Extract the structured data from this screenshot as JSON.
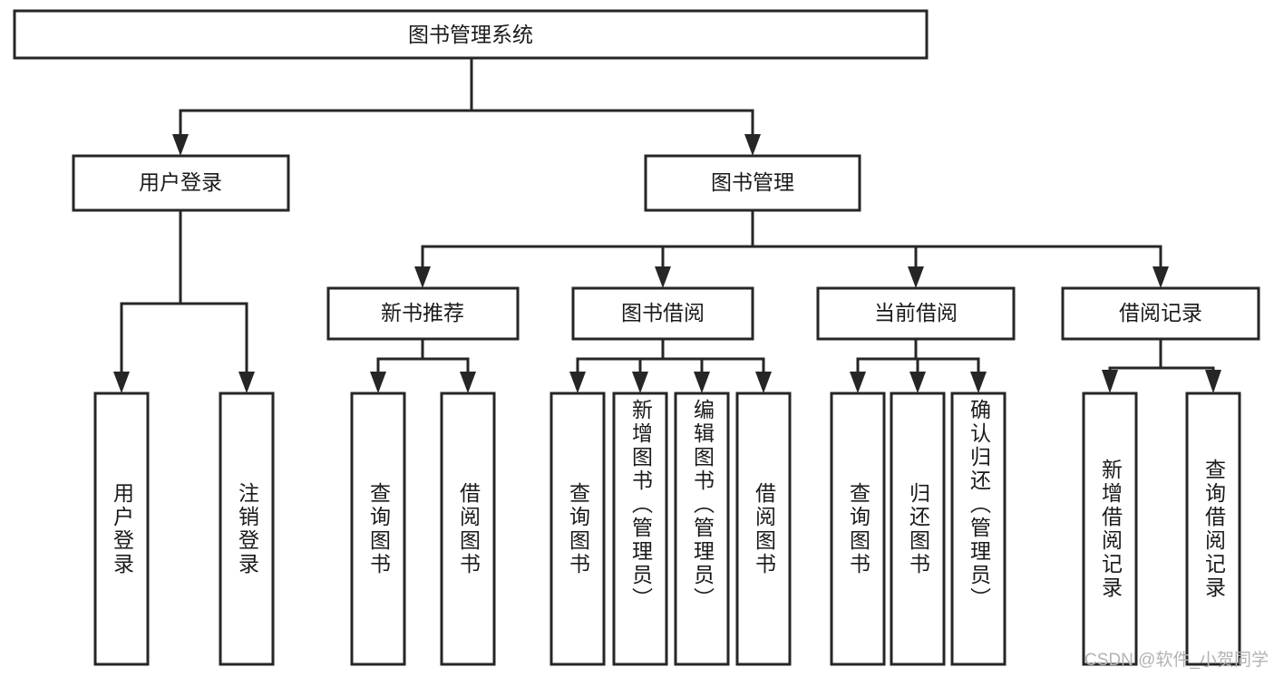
{
  "diagram": {
    "type": "tree-hierarchy",
    "title": "图书管理系统",
    "root": {
      "id": "root",
      "label": "图书管理系统"
    },
    "level1": [
      {
        "id": "user-login",
        "label": "用户登录"
      },
      {
        "id": "book-manage",
        "label": "图书管理"
      }
    ],
    "level2": [
      {
        "id": "new-book-rec",
        "label": "新书推荐",
        "parent": "book-manage"
      },
      {
        "id": "book-borrow",
        "label": "图书借阅",
        "parent": "book-manage"
      },
      {
        "id": "current-borrow",
        "label": "当前借阅",
        "parent": "book-manage"
      },
      {
        "id": "borrow-record",
        "label": "借阅记录",
        "parent": "book-manage"
      }
    ],
    "leaves": [
      {
        "id": "leaf-user-login",
        "label": "用户登录",
        "parent": "user-login"
      },
      {
        "id": "leaf-logout-login",
        "label": "注销登录",
        "parent": "user-login"
      },
      {
        "id": "leaf-query-book-1",
        "label": "查询图书",
        "parent": "new-book-rec"
      },
      {
        "id": "leaf-borrow-book-1",
        "label": "借阅图书",
        "parent": "new-book-rec"
      },
      {
        "id": "leaf-query-book-2",
        "label": "查询图书",
        "parent": "book-borrow"
      },
      {
        "id": "leaf-add-book",
        "label": "新增图书（管理员）",
        "parent": "book-borrow"
      },
      {
        "id": "leaf-edit-book",
        "label": "编辑图书（管理员）",
        "parent": "book-borrow"
      },
      {
        "id": "leaf-borrow-book-2",
        "label": "借阅图书",
        "parent": "book-borrow"
      },
      {
        "id": "leaf-query-book-3",
        "label": "查询图书",
        "parent": "current-borrow"
      },
      {
        "id": "leaf-return-book",
        "label": "归还图书",
        "parent": "current-borrow"
      },
      {
        "id": "leaf-confirm-return",
        "label": "确认归还（管理员）",
        "parent": "current-borrow"
      },
      {
        "id": "leaf-add-record",
        "label": "新增借阅记录",
        "parent": "borrow-record"
      },
      {
        "id": "leaf-query-record",
        "label": "查询借阅记录",
        "parent": "borrow-record"
      }
    ],
    "colors": {
      "stroke": "#262626",
      "fill": "#ffffff",
      "text": "#1a1a1a",
      "watermark": "#b3b3b3"
    }
  },
  "watermark": {
    "text": "CSDN @软件_小贺同学"
  }
}
